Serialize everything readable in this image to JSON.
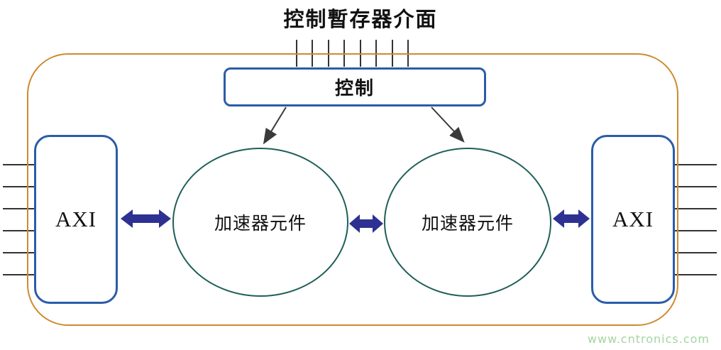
{
  "title": "控制暫存器介面",
  "control": {
    "label": "控制"
  },
  "axi_left": {
    "label": "AXI"
  },
  "axi_right": {
    "label": "AXI"
  },
  "accelerator_left": {
    "label": "加速器元件"
  },
  "accelerator_right": {
    "label": "加速器元件"
  },
  "watermark": "www.cntronics.com",
  "colors": {
    "outer_border": "#cf8a2e",
    "box_border": "#2b5ca9",
    "ellipse_border": "#1f5f58",
    "bus_arrow": "#2e3192",
    "control_arrow": "#3a3a3a",
    "watermark": "#a5d5a0"
  }
}
